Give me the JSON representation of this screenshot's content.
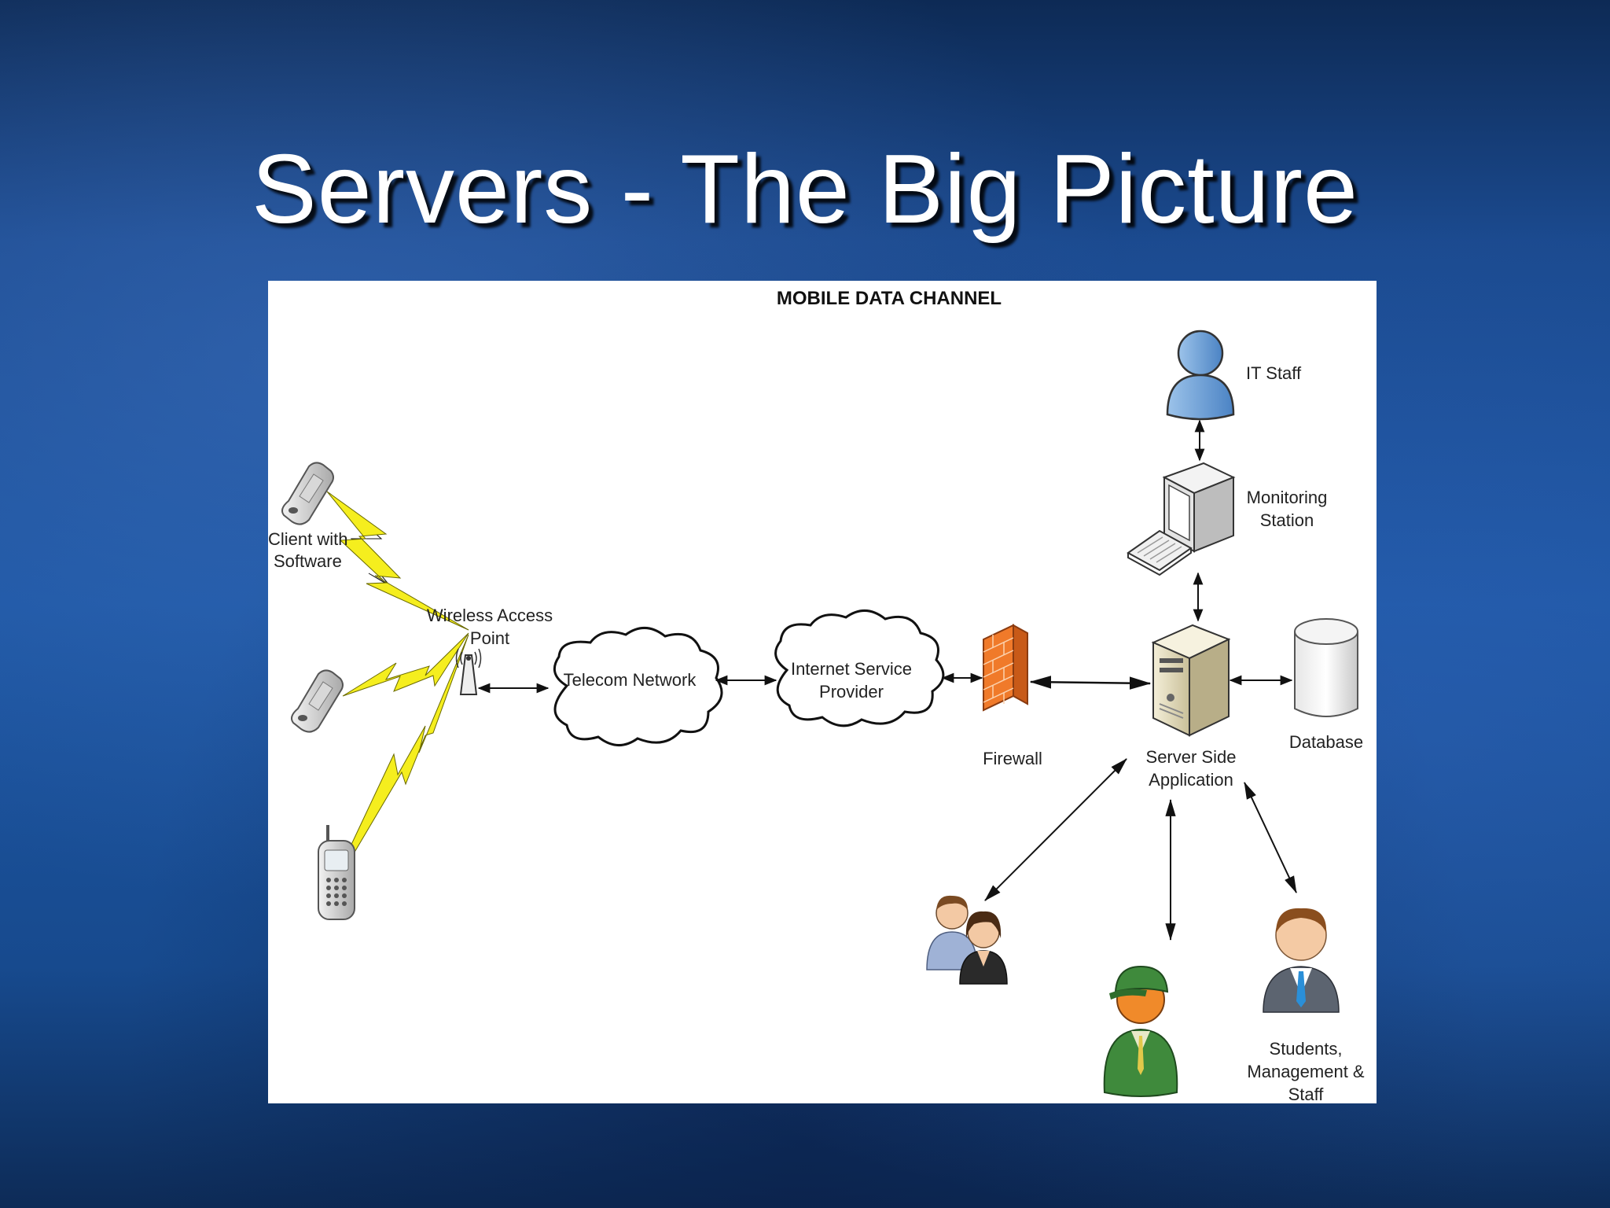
{
  "slide": {
    "title": "Servers - The Big Picture"
  },
  "diagram": {
    "title": "MOBILE DATA CHANNEL",
    "labels": {
      "client_line1": "Client with",
      "client_line2": "Software",
      "wap_line1": "Wireless Access",
      "wap_line2": "Point",
      "telecom": "Telecom Network",
      "isp_line1": "Internet Service",
      "isp_line2": "Provider",
      "firewall": "Firewall",
      "server_line1": "Server Side",
      "server_line2": "Application",
      "database": "Database",
      "monitoring_line1": "Monitoring",
      "monitoring_line2": "Station",
      "it_staff": "IT Staff",
      "students_line1": "Students,",
      "students_line2": "Management &",
      "students_line3": "Staff"
    },
    "colors": {
      "lightning": "#f5ee1e",
      "firewall": "#f07a2a",
      "cloud_stroke": "#111111",
      "it_staff": "#6a9fd6",
      "worker": "#3f8a3c"
    },
    "icons": [
      "flip-phone-icon",
      "flip-phone-icon",
      "candybar-phone-icon",
      "antenna-icon",
      "cloud-icon",
      "firewall-icon",
      "server-icon",
      "database-icon",
      "monitor-icon",
      "keyboard-icon",
      "person-icon",
      "couple-icon",
      "worker-icon",
      "businessman-icon"
    ]
  }
}
